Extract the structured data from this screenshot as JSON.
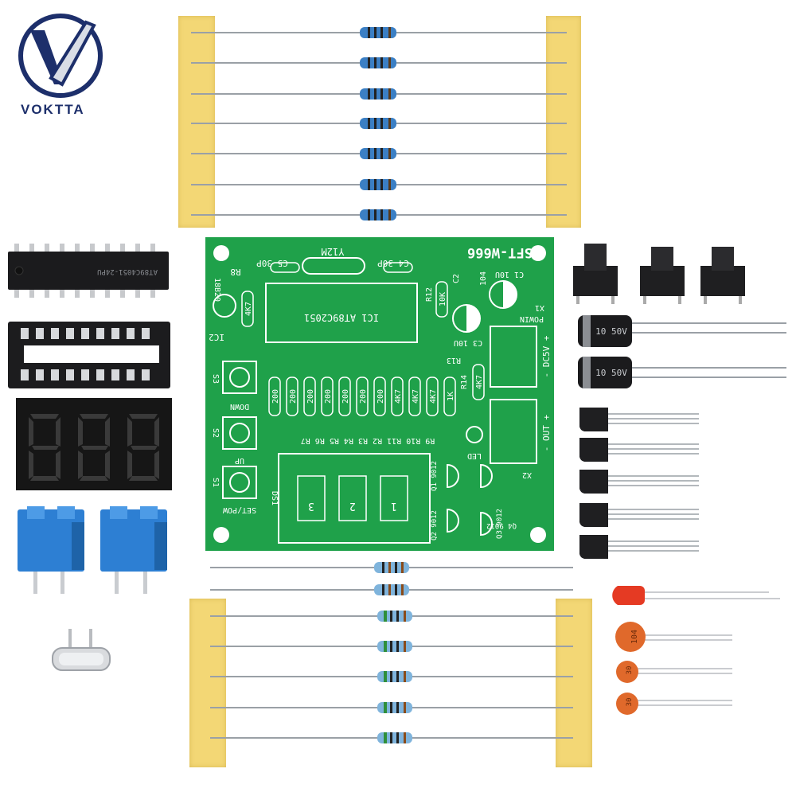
{
  "brand": {
    "name": "VOKTTA"
  },
  "pcb": {
    "model": "SFT-W666",
    "crystal": "Y12M",
    "ic1": "IC1 AT89C2051",
    "ic2": "IC2",
    "sensor": "18B20",
    "cap_c5": "C5 30P",
    "cap_c4": "C4 30P",
    "cap_c1": "C1 10U",
    "cap_c3": "C3 10U",
    "cap_c2": "C2",
    "cap_104": "104",
    "r8": "R8",
    "r8_value": "4K7",
    "r12": "R12",
    "r12_value": "10K",
    "r13": "R13",
    "r14": "R14",
    "r14_value": "4K7",
    "resistor_values": [
      "200",
      "200",
      "200",
      "200",
      "200",
      "200",
      "200",
      "4K7",
      "4K7",
      "4K7",
      "1K"
    ],
    "resistor_row": "R9 R10 R11 R2 R3 R4 R5 R6 R7",
    "button_s3": "S3",
    "button_s2": "S2",
    "button_s1": "S1",
    "down": "DOWN",
    "up": "UP",
    "setpow": "SET/POW",
    "display_label": "DS1",
    "digits": [
      "3",
      "2",
      "1"
    ],
    "led": "LED",
    "q1": "Q1 9012",
    "q2": "Q2 9012",
    "q3": "Q3 9012",
    "q4": "Q4 9012",
    "x1": "X1",
    "x2": "X2",
    "powin": "POWIN",
    "dc5v": "- DC5V +",
    "out": "- OUT +"
  },
  "chip": {
    "marking": "AT89C4051-24PU"
  },
  "components": {
    "cap_104": "104",
    "cap_30a": "30",
    "cap_30b": "30",
    "elec_cap": "10 50V"
  }
}
